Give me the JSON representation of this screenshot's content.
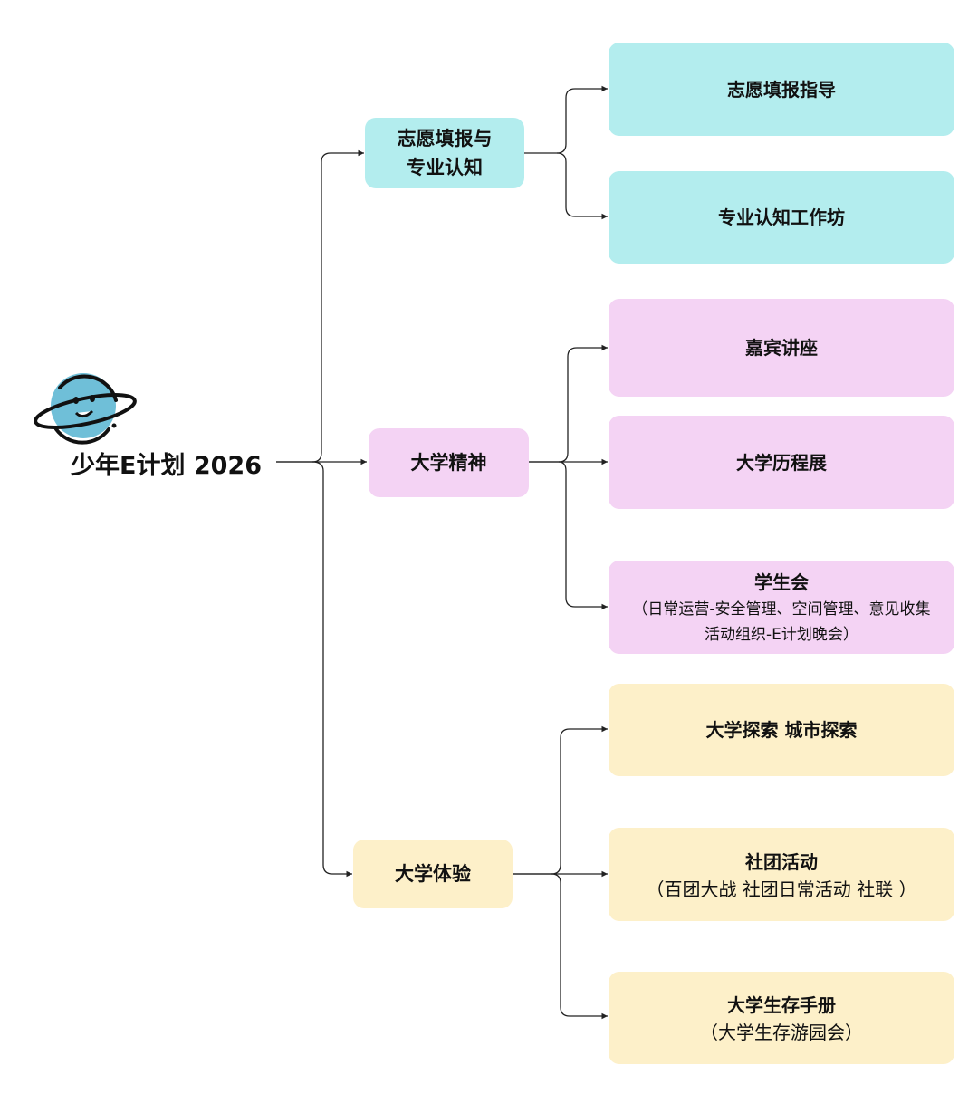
{
  "colors": {
    "root": "#a6def9",
    "branch_1": "#b3edee",
    "branch_2": "#f4d3f4",
    "branch_3": "#fdf0c9",
    "line": "#222222"
  },
  "root": {
    "label": "少年E计划 2026",
    "icon": "planet-mascot-icon"
  },
  "branches": [
    {
      "label_line1": "志愿填报与",
      "label_line2": "专业认知",
      "children": [
        {
          "title": "志愿填报指导"
        },
        {
          "title": "专业认知工作坊"
        }
      ]
    },
    {
      "label_line1": "大学精神",
      "children": [
        {
          "title": "嘉宾讲座"
        },
        {
          "title": "大学历程展"
        },
        {
          "title": "学生会",
          "sub1": "（日常运营-安全管理、空间管理、意见收集",
          "sub2": "活动组织-E计划晚会）"
        }
      ]
    },
    {
      "label_line1": "大学体验",
      "children": [
        {
          "title": "大学探索 城市探索"
        },
        {
          "title": "社团活动",
          "sub1": "（百团大战 社团日常活动 社联 ）"
        },
        {
          "title": "大学生存手册",
          "sub1": "（大学生存游园会）"
        }
      ]
    }
  ]
}
